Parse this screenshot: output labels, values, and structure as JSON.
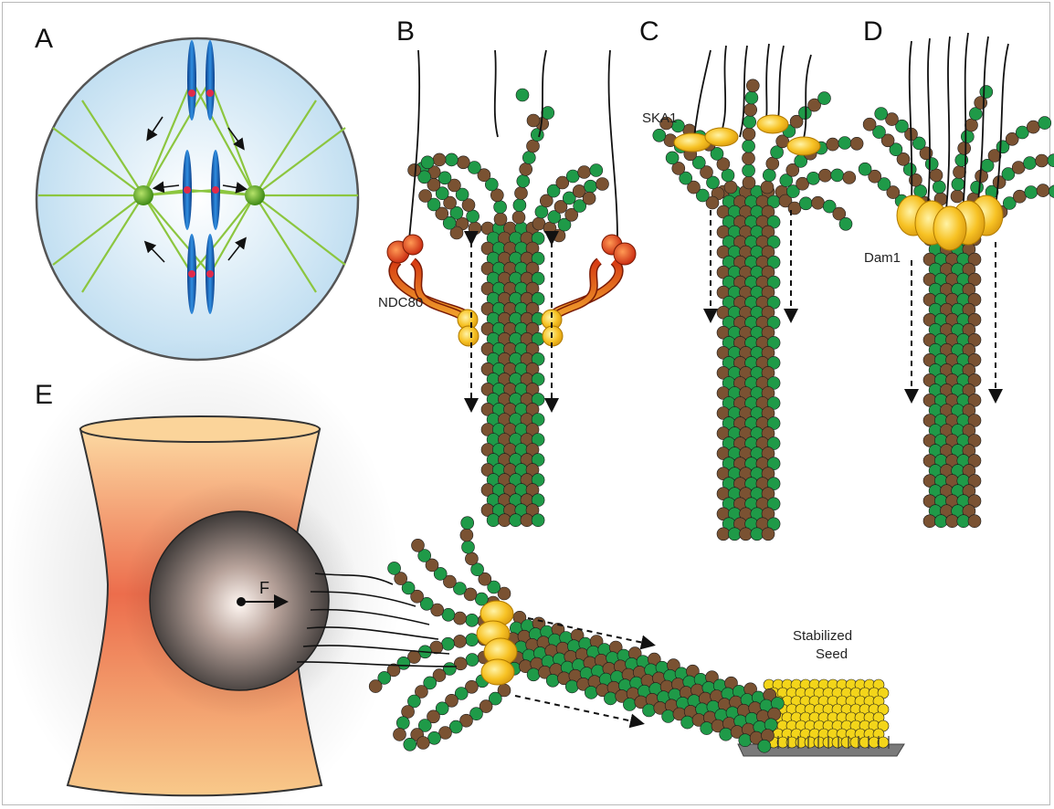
{
  "panels": {
    "a": {
      "label": "A"
    },
    "b": {
      "label": "B",
      "protein": "NDC80"
    },
    "c": {
      "label": "C",
      "protein": "SKA1"
    },
    "d": {
      "label": "D",
      "protein": "Dam1"
    },
    "e": {
      "label": "E",
      "force": "F",
      "seed_line1": "Stabilized",
      "seed_line2": "Seed"
    }
  },
  "colors": {
    "tubulin_green": "#1f9a48",
    "tubulin_brown": "#7a5232",
    "cell_blue": "#cfe6f5",
    "spindle_green": "#8cc63f",
    "chromosome_blue": "#1f6fc0",
    "kinetochore_red": "#e02a4a",
    "ndc80_red": "#d63a12",
    "protein_yellow": "#f7c224",
    "trap_orange": "#f4a64e",
    "seed_yellow": "#f3d51a"
  }
}
